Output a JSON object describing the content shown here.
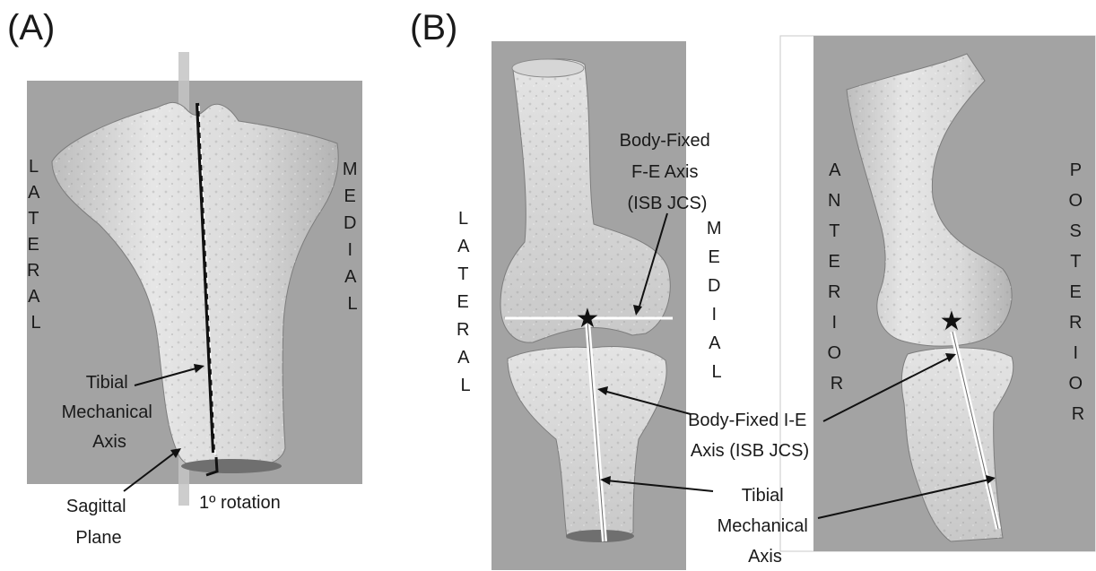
{
  "panels": {
    "a": {
      "letter": "(A)",
      "side_left": [
        "L",
        "A",
        "T",
        "E",
        "R",
        "A",
        "L"
      ],
      "side_right": [
        "M",
        "E",
        "D",
        "I",
        "A",
        "L"
      ],
      "axis_label": [
        "Tibial",
        "Mechanical",
        "Axis"
      ],
      "plane_label": [
        "Sagittal",
        "Plane"
      ],
      "rotation_label": "1º rotation"
    },
    "b": {
      "letter": "(B)",
      "side_left": [
        "L",
        "A",
        "T",
        "E",
        "R",
        "A",
        "L"
      ],
      "side_medial": [
        "M",
        "E",
        "D",
        "I",
        "A",
        "L"
      ],
      "side_anterior": [
        "A",
        "N",
        "T",
        "E",
        "R",
        "I",
        "O",
        "R"
      ],
      "side_posterior": [
        "P",
        "O",
        "S",
        "T",
        "E",
        "R",
        "I",
        "O",
        "R"
      ],
      "fe_axis_label": [
        "Body-Fixed",
        "F-E Axis",
        "(ISB JCS)"
      ],
      "ie_axis_label": [
        "Body-Fixed I-E",
        "Axis (ISB JCS)"
      ],
      "tibial_axis_label": [
        "Tibial",
        "Mechanical",
        "Axis"
      ],
      "center_marker": "★"
    }
  },
  "colors": {
    "background_panel": "#a3a3a3",
    "bone_light": "#e2e2e2",
    "bone_mid": "#cfcfcf",
    "bone_shadow": "#8a8a8a",
    "axis_white": "#ffffff",
    "text": "#1a1a1a"
  }
}
